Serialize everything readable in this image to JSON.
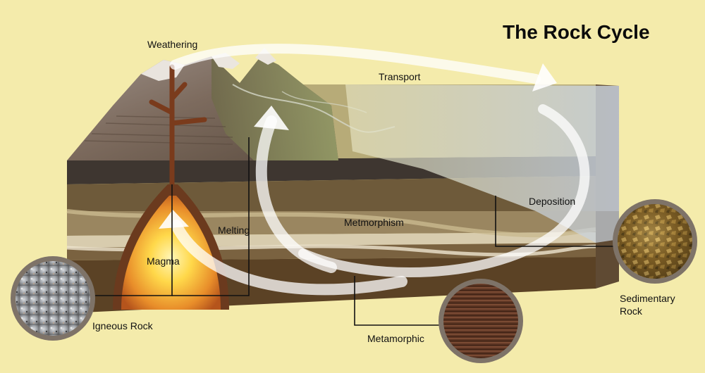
{
  "title": "The Rock Cycle",
  "labels": {
    "weathering": "Weathering",
    "transport": "Transport",
    "deposition": "Deposition",
    "metamorphism": "Metmorphism",
    "melting": "Melting",
    "magma": "Magma",
    "igneous_rock": "Igneous Rock",
    "metamorphic": "Metamorphic",
    "sedimentary_rock": "Sedimentary\nRock"
  },
  "colors": {
    "background": "#f4ebab",
    "arrow": "#ffffff",
    "leader_line": "#111111",
    "magma_glow": "#ffd84a",
    "water": "#c8d2de"
  },
  "rock_samples": [
    {
      "name": "igneous-rock-sample",
      "texture": "speckled grey"
    },
    {
      "name": "metamorphic-rock-sample",
      "texture": "banded brown"
    },
    {
      "name": "sedimentary-rock-sample",
      "texture": "golden flaky"
    }
  ]
}
